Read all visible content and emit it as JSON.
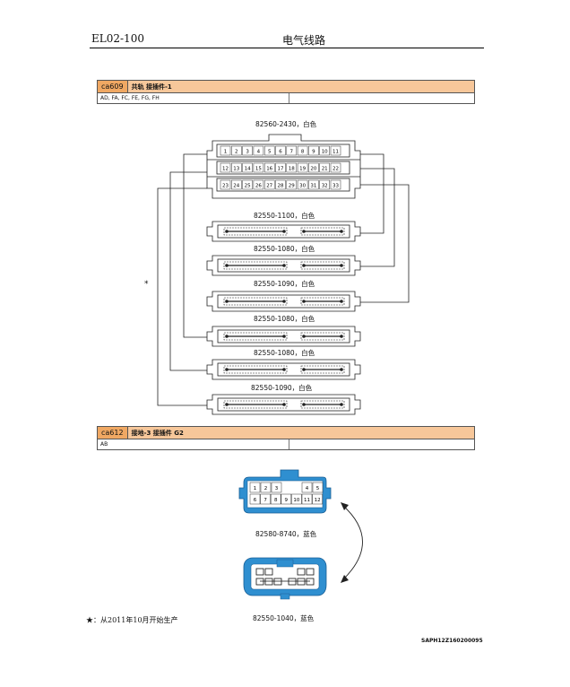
{
  "header": {
    "doc_code": "EL02-100",
    "title": "电气线路"
  },
  "table1": {
    "code": "ca609",
    "title": "共轨 接插件-1",
    "applicability": "AD, FA, FC, FE, FG, FH"
  },
  "table2": {
    "code": "ca612",
    "title": "接地-3 接插件 G2",
    "applicability": "AB"
  },
  "main_connector": {
    "label": "82560-2430，白色",
    "row1": [
      "1",
      "2",
      "3",
      "4",
      "5",
      "6",
      "7",
      "8",
      "9",
      "10",
      "11"
    ],
    "row2": [
      "12",
      "13",
      "14",
      "15",
      "16",
      "17",
      "18",
      "19",
      "20",
      "21",
      "22"
    ],
    "row3": [
      "23",
      "24",
      "25",
      "26",
      "27",
      "28",
      "29",
      "30",
      "31",
      "32",
      "33"
    ]
  },
  "sub_connectors": [
    {
      "label": "82550-1100，白色"
    },
    {
      "label": "82550-1080，白色"
    },
    {
      "label": "82550-1090，白色"
    },
    {
      "label": "82550-1080，白色"
    },
    {
      "label": "82550-1080，白色"
    },
    {
      "label": "82550-1090，白色"
    }
  ],
  "star_mark": "*",
  "blue_connector": {
    "label": "82580-8740，蓝色",
    "row1": [
      "1",
      "2",
      "3",
      "",
      "4",
      "5"
    ],
    "row2": [
      "6",
      "7",
      "8",
      "9",
      "10",
      "11",
      "12"
    ],
    "color": "#2f8fd0"
  },
  "blue_mate": {
    "label": "82550-1040，蓝色",
    "color": "#2f8fd0"
  },
  "footnote": "★：从2011年10月开始生产",
  "image_code": "SAPH12Z160200095"
}
